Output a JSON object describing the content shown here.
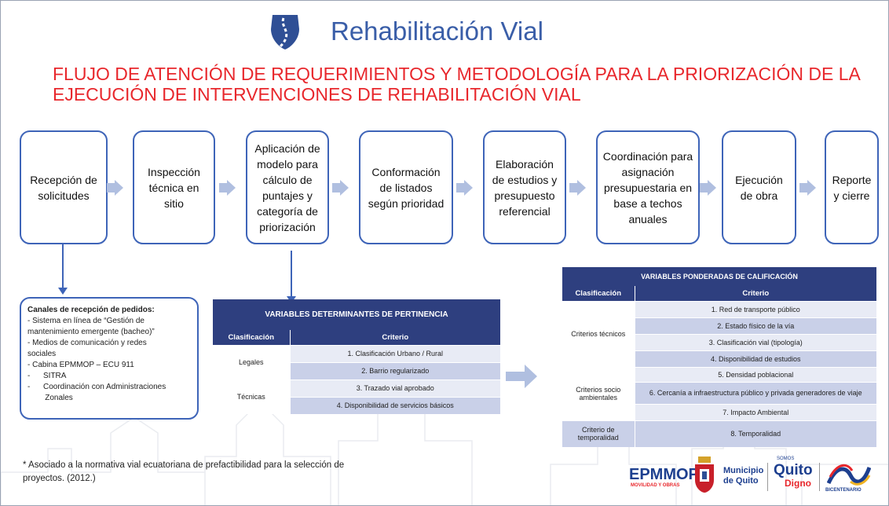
{
  "title": "Rehabilitación Vial",
  "subtitle": "FLUJO DE ATENCIÓN DE REQUERIMIENTOS Y METODOLOGÍA PARA LA PRIORIZACIÓN DE LA EJECUCIÓN DE INTERVENCIONES DE REHABILITACIÓN VIAL",
  "colors": {
    "accent": "#3e64b8",
    "title_blue": "#3a5ea8",
    "subtitle_red": "#e8272c",
    "table_header": "#2e3f7f",
    "row_light": "#e8ebf5",
    "row_dark": "#c9d0e8",
    "arrow_gray": "#b0bfe0"
  },
  "steps": [
    {
      "label": "Recepción de solicitudes"
    },
    {
      "label": "Inspección técnica en sitio"
    },
    {
      "label": "Aplicación de modelo para cálculo de puntajes y categoría de priorización"
    },
    {
      "label": "Conformación de listados según prioridad"
    },
    {
      "label": "Elaboración de estudios y presupuesto referencial"
    },
    {
      "label": "Coordinación para asignación presupuestaria en base a techos anuales"
    },
    {
      "label": "Ejecución de obra"
    },
    {
      "label": "Reporte y cierre"
    }
  ],
  "channels": {
    "title": "Canales de recepción de pedidos:",
    "lines": [
      "- Sistema en línea de “Gestión de",
      "mantenimiento emergente (bacheo)”",
      "- Medios de comunicación y redes",
      "sociales",
      "- Cabina EPMMOP – ECU 911",
      "-      SITRA",
      "-      Coordinación con Administraciones",
      "        Zonales"
    ]
  },
  "table_pertinencia": {
    "title": "VARIABLES DETERMINANTES DE PERTINENCIA",
    "col_class": "Clasificación",
    "col_crit": "Criterio",
    "groups": [
      {
        "name": "Legales",
        "criteria": [
          "1. Clasificación Urbano / Rural",
          "2. Barrio regularizado"
        ]
      },
      {
        "name": "Técnicas",
        "criteria": [
          "3. Trazado vial aprobado",
          "4. Disponibilidad de servicios básicos"
        ]
      }
    ]
  },
  "table_ponderadas": {
    "title": "VARIABLES PONDERADAS DE CALIFICACIÓN",
    "col_class": "Clasificación",
    "col_crit": "Criterio",
    "groups": [
      {
        "name": "Criterios técnicos",
        "criteria": [
          "1. Red de transporte público",
          "2. Estado físico de la vía",
          "3. Clasificación vial (tipología)",
          "4. Disponibilidad de estudios"
        ]
      },
      {
        "name": "Criterios socio ambientales",
        "criteria": [
          "5. Densidad poblacional",
          "6. Cercanía a infraestructura público y privada  generadores de viaje",
          "7. Impacto Ambiental"
        ]
      },
      {
        "name": "Criterio de temporalidad",
        "criteria": [
          "8. Temporalidad"
        ]
      }
    ]
  },
  "footnote": "* Asociado a la normativa vial ecuatoriana de prefactibilidad para la selección de proyectos. (2012.)",
  "logos": {
    "epmmop": "EPMMOP",
    "epmmop_sub": "MOVILIDAD Y OBRAS",
    "municipio": "Municipio",
    "municipio2": "de Quito",
    "quito_small": "SOMOS",
    "quito": "Quito",
    "digno": "Digno",
    "bicentenario": "BICENTENARIO"
  }
}
